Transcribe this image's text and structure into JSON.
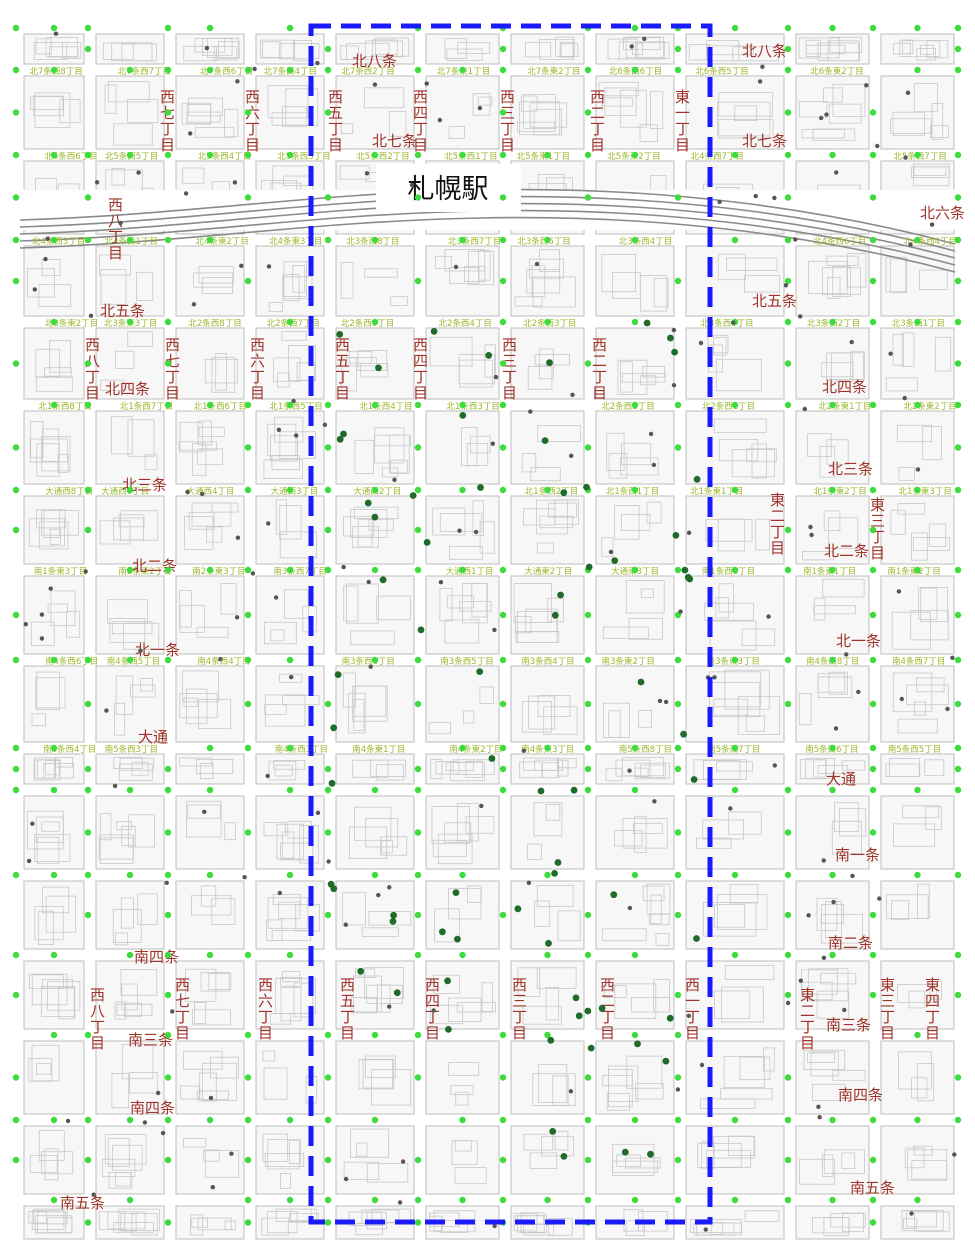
{
  "station": {
    "label": "札幌駅"
  },
  "colors": {
    "background": "#ffffff",
    "block_fill": "#f7f7f7",
    "block_stroke": "#bdbdbd",
    "road": "#ffffff",
    "rail": "#8a8a8a",
    "street_label": "#a0332a",
    "block_label": "#9ab82c",
    "bright_marker": "#3ddc3d",
    "dark_marker": "#1f6b2a",
    "structure_marker": "#555555",
    "boundary": "#1a1aff"
  },
  "street_labels": {
    "ew": [
      {
        "text": "北八条"
      },
      {
        "text": "北七条"
      },
      {
        "text": "北八条"
      },
      {
        "text": "北七条"
      },
      {
        "text": "北六条"
      },
      {
        "text": "北五条"
      },
      {
        "text": "北五条"
      },
      {
        "text": "北四条"
      },
      {
        "text": "北四条"
      },
      {
        "text": "北三条"
      },
      {
        "text": "北三条"
      },
      {
        "text": "北二条"
      },
      {
        "text": "北二条"
      },
      {
        "text": "北一条"
      },
      {
        "text": "北一条"
      },
      {
        "text": "大通"
      },
      {
        "text": "大通"
      },
      {
        "text": "南一条"
      },
      {
        "text": "南二条"
      },
      {
        "text": "南四条"
      },
      {
        "text": "南三条"
      },
      {
        "text": "南三条"
      },
      {
        "text": "南四条"
      },
      {
        "text": "南四条"
      },
      {
        "text": "南五条"
      },
      {
        "text": "南五条"
      }
    ],
    "ns": [
      {
        "text": "西七丁目"
      },
      {
        "text": "西六丁目"
      },
      {
        "text": "西五丁目"
      },
      {
        "text": "西四丁目"
      },
      {
        "text": "西三丁目"
      },
      {
        "text": "西二丁目"
      },
      {
        "text": "東一丁目"
      },
      {
        "text": "西八丁目"
      },
      {
        "text": "西八丁目"
      },
      {
        "text": "西七丁目"
      },
      {
        "text": "西六丁目"
      },
      {
        "text": "西五丁目"
      },
      {
        "text": "西四丁目"
      },
      {
        "text": "西三丁目"
      },
      {
        "text": "西二丁目"
      },
      {
        "text": "東二丁目"
      },
      {
        "text": "東三丁目"
      },
      {
        "text": "西八丁目"
      },
      {
        "text": "西七丁目"
      },
      {
        "text": "西六丁目"
      },
      {
        "text": "西五丁目"
      },
      {
        "text": "西四丁目"
      },
      {
        "text": "西三丁目"
      },
      {
        "text": "西二丁目"
      },
      {
        "text": "西一丁目"
      },
      {
        "text": "東二丁目"
      },
      {
        "text": "東三丁目"
      },
      {
        "text": "東四丁目"
      }
    ]
  },
  "block_labels": [
    "北7条西8丁目",
    "北7条西7丁目",
    "北7条西6丁目",
    "北7条西4丁目",
    "北7条西2丁目",
    "北7条東1丁目",
    "北7条東2丁目",
    "北6条西6丁目",
    "北6条西5丁目",
    "北6条東2丁目",
    "北5条西7丁目",
    "北5条西6丁目",
    "北5条西5丁目",
    "北5条西4丁目",
    "北5条西3丁目",
    "北5条西2丁目",
    "北5条西1丁目",
    "北5条東1丁目",
    "北5条東2丁目",
    "北4条西7丁目",
    "北4条西6丁目",
    "北4条西4丁目",
    "北4条西3丁目",
    "北4条西1丁目",
    "北4条東2丁目",
    "北4条東3丁目",
    "北3条西8丁目",
    "北3条西7丁目",
    "北3条西6丁目",
    "北3条西4丁目",
    "北3条西3丁目",
    "北3条西2丁目",
    "北3条西1丁目",
    "北3条東2丁目",
    "北3条東3丁目",
    "北2条西8丁目",
    "北2条西7丁目",
    "北2条西6丁目",
    "北2条西4丁目",
    "北2条西3丁目",
    "北2条西2丁目",
    "北2条西1丁目",
    "北2条東1丁目",
    "北2条東2丁目",
    "北1条西8丁目",
    "北1条西7丁目",
    "北1条西6丁目",
    "北1条西5丁目",
    "北1条西4丁目",
    "北1条西3丁目",
    "北1条西2丁目",
    "北1条西1丁目",
    "北1条東1丁目",
    "北1条東2丁目",
    "北1条東3丁目",
    "大通西8丁目",
    "大通西6丁目",
    "大通西4丁目",
    "大通西3丁目",
    "大通西2丁目",
    "大通西1丁目",
    "大通東2丁目",
    "大通東3丁目",
    "南1条西8丁目",
    "南1条東1丁目",
    "南1条東2丁目",
    "南1条東3丁目",
    "南2条東2丁目",
    "南2条東3丁目",
    "南3条西7丁目",
    "南3条西6丁目",
    "南3条西5丁目",
    "南3条西4丁目",
    "南3条東2丁目",
    "南3条東3丁目",
    "南4条西8丁目",
    "南4条西7丁目",
    "南4条西6丁目",
    "南4条西5丁目",
    "南4条西4丁目",
    "南4条西3丁目",
    "南4条東1丁目",
    "南4条東2丁目",
    "南4条東3丁目",
    "南5条西8丁目",
    "南5条西7丁目",
    "南5条西6丁目",
    "南5条西5丁目",
    "南5条西4丁目",
    "南5条西3丁目"
  ],
  "legend": null
}
